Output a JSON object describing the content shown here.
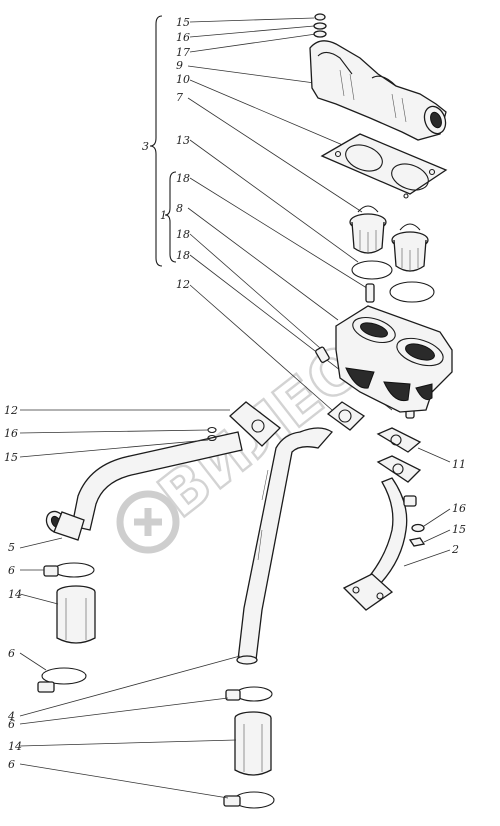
{
  "labels": {
    "bracket_3": "3",
    "bracket_1": "1",
    "l15_top": "15",
    "l16_top": "16",
    "l17": "17",
    "l9": "9",
    "l10": "10",
    "l7": "7",
    "l13": "13",
    "l18_a": "18",
    "l8": "8",
    "l18_b": "18",
    "l18_c": "18",
    "l12_top": "12",
    "l12_left": "12",
    "l16_left": "16",
    "l15_left": "15",
    "l11": "11",
    "l16_right": "16",
    "l15_right": "15",
    "l2": "2",
    "l5": "5",
    "l6_a": "6",
    "l14_a": "14",
    "l6_b": "6",
    "l4": "4",
    "l6_c": "6",
    "l14_b": "14",
    "l6_d": "6"
  },
  "watermark": {
    "text": "ВИЛЕОН"
  }
}
